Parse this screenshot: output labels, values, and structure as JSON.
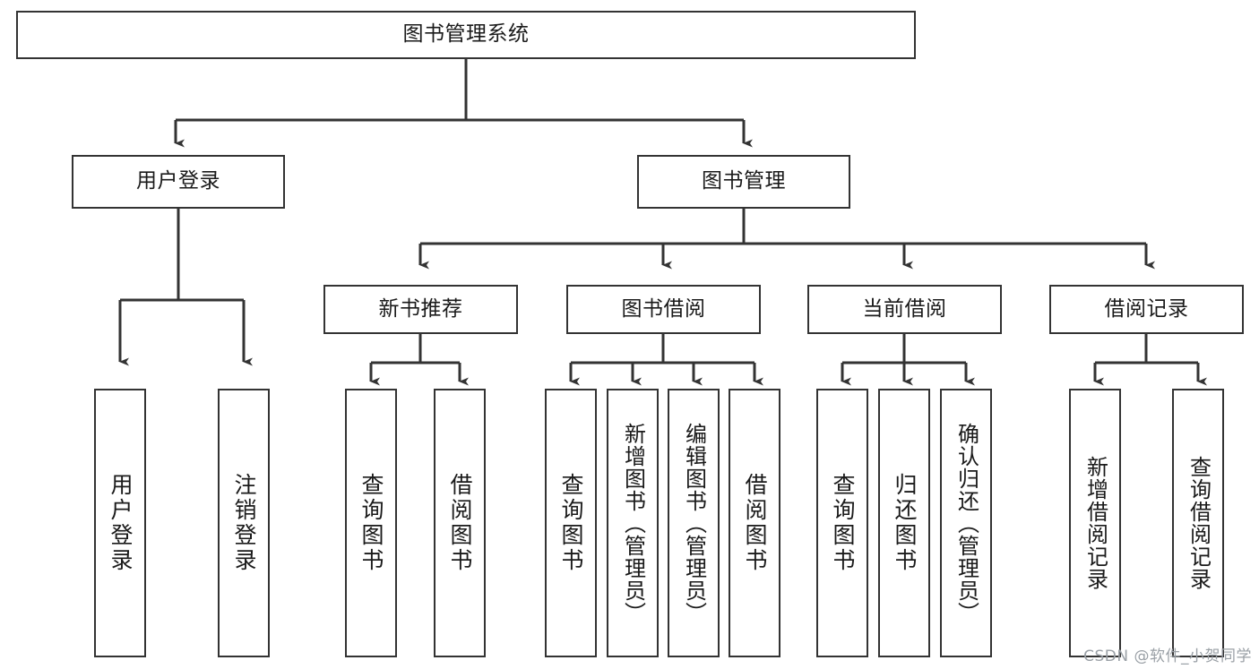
{
  "diagram": {
    "type": "tree-hierarchy",
    "title": "图书管理系统",
    "watermark": "CSDN @软件_小贺同学",
    "colors": {
      "stroke": "#333333",
      "fill": "#ffffff",
      "text": "#1a1a1a",
      "watermark": "#9aa0a6"
    },
    "levels": {
      "level1": [
        "图书管理系统"
      ],
      "level2": [
        "用户登录",
        "图书管理"
      ],
      "level3": [
        "新书推荐",
        "图书借阅",
        "当前借阅",
        "借阅记录"
      ],
      "level4": [
        "用户登录",
        "注销登录",
        "查询图书",
        "借阅图书",
        "查询图书",
        "新增图书（管理员）",
        "编辑图书（管理员）",
        "借阅图书",
        "查询图书",
        "归还图书",
        "确认归还（管理员）",
        "新增借阅记录",
        "查询借阅记录"
      ]
    },
    "nodes": {
      "root": {
        "label": "图书管理系统"
      },
      "user_login": {
        "label": "用户登录"
      },
      "book_mgmt": {
        "label": "图书管理"
      },
      "new_book_rec": {
        "label": "新书推荐"
      },
      "book_borrow": {
        "label": "图书借阅"
      },
      "current_borrow": {
        "label": "当前借阅"
      },
      "borrow_record": {
        "label": "借阅记录"
      },
      "leaf_user_login": {
        "label": "用户登录"
      },
      "leaf_logout": {
        "label": "注销登录"
      },
      "leaf_query_book_a": {
        "label": "查询图书"
      },
      "leaf_borrow_book_a": {
        "label": "借阅图书"
      },
      "leaf_query_book_b": {
        "label": "查询图书"
      },
      "leaf_add_book": {
        "label": "新增图书（管理员）"
      },
      "leaf_edit_book": {
        "label": "编辑图书（管理员）"
      },
      "leaf_borrow_book_b": {
        "label": "借阅图书"
      },
      "leaf_query_book_c": {
        "label": "查询图书"
      },
      "leaf_return_book": {
        "label": "归还图书"
      },
      "leaf_confirm_return": {
        "label": "确认归还（管理员）"
      },
      "leaf_add_record": {
        "label": "新增借阅记录"
      },
      "leaf_query_record": {
        "label": "查询借阅记录"
      }
    },
    "edges": [
      {
        "from": "root",
        "to": "user_login"
      },
      {
        "from": "root",
        "to": "book_mgmt"
      },
      {
        "from": "user_login",
        "to": "leaf_user_login"
      },
      {
        "from": "user_login",
        "to": "leaf_logout"
      },
      {
        "from": "book_mgmt",
        "to": "new_book_rec"
      },
      {
        "from": "book_mgmt",
        "to": "book_borrow"
      },
      {
        "from": "book_mgmt",
        "to": "current_borrow"
      },
      {
        "from": "book_mgmt",
        "to": "borrow_record"
      },
      {
        "from": "new_book_rec",
        "to": "leaf_query_book_a"
      },
      {
        "from": "new_book_rec",
        "to": "leaf_borrow_book_a"
      },
      {
        "from": "book_borrow",
        "to": "leaf_query_book_b"
      },
      {
        "from": "book_borrow",
        "to": "leaf_add_book"
      },
      {
        "from": "book_borrow",
        "to": "leaf_edit_book"
      },
      {
        "from": "book_borrow",
        "to": "leaf_borrow_book_b"
      },
      {
        "from": "current_borrow",
        "to": "leaf_query_book_c"
      },
      {
        "from": "current_borrow",
        "to": "leaf_return_book"
      },
      {
        "from": "current_borrow",
        "to": "leaf_confirm_return"
      },
      {
        "from": "borrow_record",
        "to": "leaf_add_record"
      },
      {
        "from": "borrow_record",
        "to": "leaf_query_record"
      }
    ]
  }
}
